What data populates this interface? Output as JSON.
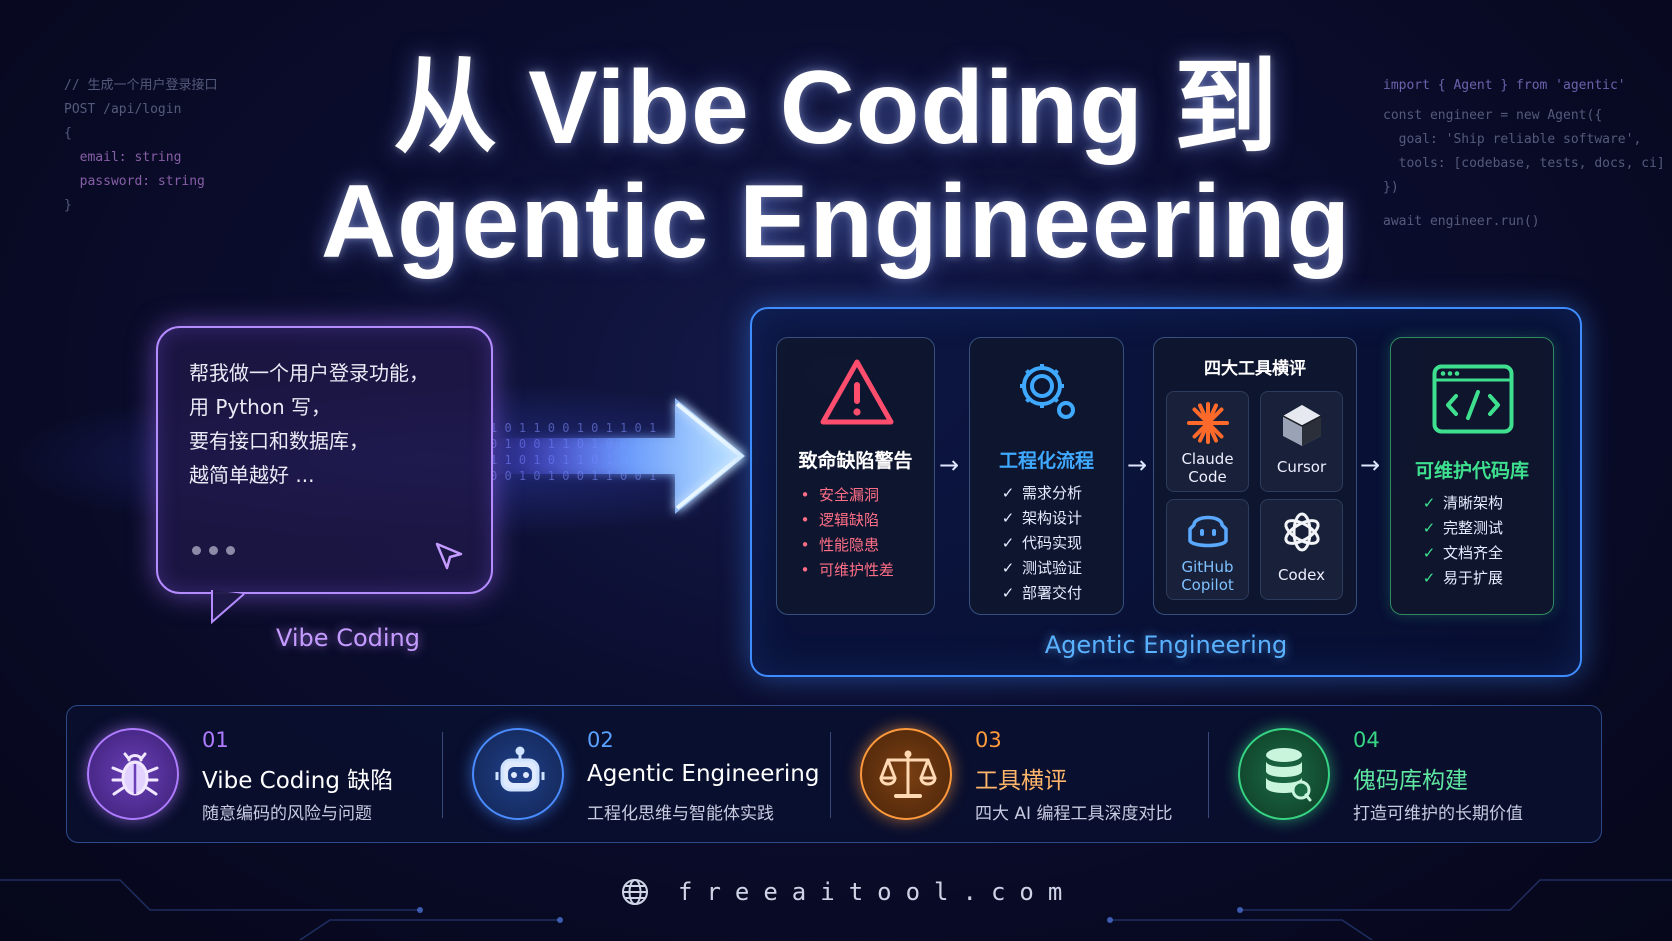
{
  "title": {
    "line1": "从 Vibe Coding 到",
    "line2": "Agentic Engineering"
  },
  "code_left": {
    "comment": "// 生成一个用户登录接口",
    "line2": "POST /api/login",
    "line3": "{",
    "line4": "  email: string",
    "line5": "  password: string",
    "line6": "}"
  },
  "code_right": {
    "line1": "import { Agent } from 'agentic'",
    "line2": "const engineer = new Agent({",
    "line3": "  goal: 'Ship reliable software',",
    "line4": "  tools: [codebase, tests, docs, ci]",
    "line5": "})",
    "line6": "await engineer.run()"
  },
  "bubble": {
    "lines": [
      "帮我做一个用户登录功能，",
      "用 Python 写，",
      "要有接口和数据库，",
      "越简单越好 ..."
    ],
    "icon": "send-cursor-icon"
  },
  "vibe_label": "Vibe Coding",
  "agentic": {
    "label": "Agentic Engineering",
    "warning": {
      "icon": "warning-triangle-icon",
      "title": "致命缺陷警告",
      "items": [
        "安全漏洞",
        "逻辑缺陷",
        "性能隐患",
        "可维护性差"
      ],
      "color": "#ff4d6d"
    },
    "flow": {
      "icon": "gear-icon",
      "title": "工程化流程",
      "items": [
        "需求分析",
        "架构设计",
        "代码实现",
        "测试验证",
        "部署交付"
      ],
      "color": "#3fa9ff"
    },
    "tools": {
      "title": "四大工具横评",
      "items": [
        {
          "name_line1": "Claude",
          "name_line2": "Code",
          "icon": "claude-asterisk-icon"
        },
        {
          "name_line1": "Cursor",
          "name_line2": "",
          "icon": "cursor-cube-icon"
        },
        {
          "name_line1": "GitHub",
          "name_line2": "Copilot",
          "icon": "copilot-robot-icon"
        },
        {
          "name_line1": "Codex",
          "name_line2": "",
          "icon": "openai-knot-icon"
        }
      ]
    },
    "repo": {
      "icon": "code-window-icon",
      "title": "可维护代码库",
      "items": [
        "清晰架构",
        "完整测试",
        "文档齐全",
        "易于扩展"
      ],
      "color": "#3ee08f"
    }
  },
  "topics": [
    {
      "num": "01",
      "title": "Vibe Coding 缺陷",
      "sub": "随意编码的风险与问题",
      "icon": "bug-icon",
      "color": "#b07cff"
    },
    {
      "num": "02",
      "title": "Agentic Engineering",
      "sub": "工程化思维与智能体实践",
      "icon": "robot-icon",
      "color": "#4a8cff"
    },
    {
      "num": "03",
      "title": "工具横评",
      "sub": "四大 AI 编程工具深度对比",
      "icon": "balance-scale-icon",
      "color": "#ff9a3c"
    },
    {
      "num": "04",
      "title": "傀码库构建",
      "sub": "打造可维护的长期价值",
      "icon": "database-icon",
      "color": "#36d483"
    }
  ],
  "footer": {
    "icon": "globe-icon",
    "text": "freeaitool.com"
  }
}
